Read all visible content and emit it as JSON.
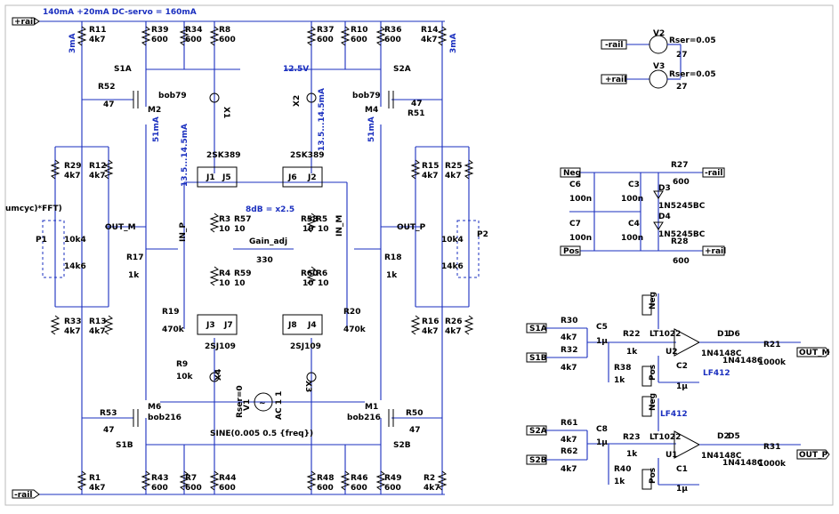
{
  "rails": {
    "pos": "+rail",
    "neg": "-rail"
  },
  "notes": {
    "bias": "140mA +20mA DC-servo = 160mA",
    "gain": "8dB = x2.5",
    "stim": "SINE(0.005 0.5 {freq})",
    "fft_cut": "umcyc)*FFT)",
    "v125": "12.5V",
    "i3ma": "3mA",
    "i51ma": "51mA",
    "i13": "13.5...14.5mA"
  },
  "nets": {
    "s1a": "S1A",
    "s2a": "S2A",
    "s1b": "S1B",
    "s2b": "S2B",
    "out_m": "OUT_M",
    "out_p": "OUT_P",
    "in_p": "IN_P",
    "in_m": "IN_M",
    "neg": "Neg",
    "pos": "Pos",
    "gain_adj": "Gain_adj"
  },
  "parts": {
    "R11": "R11",
    "R11v": "4k7",
    "R39": "R39",
    "R39v": "600",
    "R34": "R34",
    "R34v": "600",
    "R8": "R8",
    "R8v": "600",
    "R37": "R37",
    "R37v": "600",
    "R10": "R10",
    "R10v": "600",
    "R36": "R36",
    "R36v": "600",
    "R14": "R14",
    "R14v": "4k7",
    "R52": "R52",
    "R52v": "47",
    "M2": "M2",
    "M2t": "bob79",
    "M4": "M4",
    "M4t": "bob79",
    "R51": "R51",
    "R51v": "47",
    "X1": "X1",
    "X2": "X2",
    "X3": "X3",
    "X4": "X4",
    "JT1": "2SK389",
    "JT2": "2SK389",
    "JT3": "2SJ109",
    "JT4": "2SJ109",
    "J1": "J1",
    "J5": "J5",
    "J6": "J6",
    "J2": "J2",
    "J3": "J3",
    "J7": "J7",
    "J8": "J8",
    "J4": "J4",
    "R29": "R29",
    "R29v": "4k7",
    "R12": "R12",
    "R12v": "4k7",
    "R15": "R15",
    "R15v": "4k7",
    "R25": "R25",
    "R25v": "4k7",
    "P1": "P1",
    "P1a": "10k4",
    "P1b": "14k6",
    "P2": "P2",
    "P2a": "10k4",
    "P2b": "14k6",
    "R3": "R3",
    "R57": "R57",
    "R58": "R58",
    "R5": "R5",
    "v10": "10",
    "R4": "R4",
    "R59": "R59",
    "R60": "R60",
    "R6": "R6",
    "Rg": "330",
    "R17": "R17",
    "R17v": "1k",
    "R18": "R18",
    "R18v": "1k",
    "R19": "R19",
    "R19v": "470k",
    "R20": "R20",
    "R20v": "470k",
    "R9": "R9",
    "R9v": "10k",
    "R33": "R33",
    "R33v": "4k7",
    "R13": "R13",
    "R13v": "4k7",
    "R16": "R16",
    "R16v": "4k7",
    "R26": "R26",
    "R26v": "4k7",
    "V1": "V1",
    "V1r": "Rser=0",
    "V1ac": "AC 1 1",
    "R53": "R53",
    "R53v": "47",
    "M6": "M6",
    "M6t": "bob216",
    "M1": "M1",
    "M1t": "bob216",
    "R50": "R50",
    "R50v": "47",
    "R1": "R1",
    "R1v": "4k7",
    "R43": "R43",
    "R43v": "600",
    "R7": "R7",
    "R7v": "600",
    "R44": "R44",
    "R44v": "600",
    "R48": "R48",
    "R48v": "600",
    "R46": "R46",
    "R46v": "600",
    "R49": "R49",
    "R49v": "600",
    "R2": "R2",
    "R2v": "4k7",
    "V2": "V2",
    "V2r": "Rser=0.05",
    "V2v": "27",
    "V3": "V3",
    "V3r": "Rser=0.05",
    "V3v": "27",
    "C6": "C6",
    "C6v": "100n",
    "C7": "C7",
    "C7v": "100n",
    "C3": "C3",
    "C3v": "100n",
    "C4": "C4",
    "C4v": "100n",
    "D3": "D3",
    "D4": "D4",
    "Dz": "1N5245BC",
    "R27": "R27",
    "R27v": "600",
    "R28": "R28",
    "R28v": "600",
    "R30": "R30",
    "R30v": "4k7",
    "R32": "R32",
    "R32v": "4k7",
    "C5": "C5",
    "C5v": "1µ",
    "R22": "R22",
    "R22v": "1k",
    "R38": "R38",
    "R38v": "1k",
    "LT": "LT1022",
    "U2": "U2",
    "C2": "C2",
    "C2v": "1µ",
    "LF": "LF412",
    "D1": "D1",
    "D6": "D6",
    "Ds": "1N4148C",
    "R21": "R21",
    "R21v": "1000k",
    "R61": "R61",
    "R61v": "4k7",
    "R62": "R62",
    "R62v": "4k7",
    "C8": "C8",
    "C8v": "1µ",
    "R23": "R23",
    "R23v": "1k",
    "R40": "R40",
    "R40v": "1k",
    "U1": "U1",
    "C1": "C1",
    "C1v": "1µ",
    "D2": "D2",
    "D5": "D5",
    "R31": "R31",
    "R31v": "1000k"
  }
}
